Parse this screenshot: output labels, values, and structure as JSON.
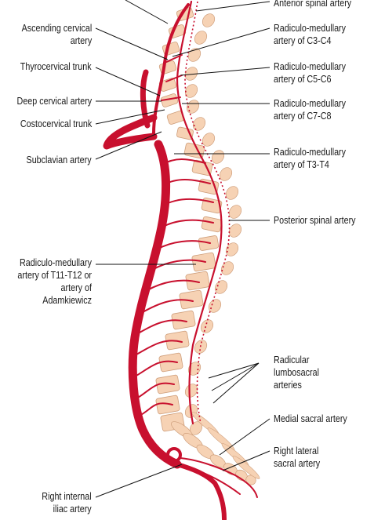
{
  "colors": {
    "artery": "#c8102e",
    "artery_dark": "#9e0b22",
    "vertebra": "#f6d2b4",
    "vertebra_edge": "#cf9f7c",
    "leader": "#111111"
  },
  "labels_left": [
    {
      "id": "ascending-cervical-artery",
      "lines": [
        "Ascending cervical",
        "artery"
      ]
    },
    {
      "id": "thyrocervical-trunk",
      "lines": [
        "Thyrocervical trunk"
      ]
    },
    {
      "id": "deep-cervical-artery",
      "lines": [
        "Deep cervical artery"
      ]
    },
    {
      "id": "costocervical-trunk",
      "lines": [
        "Costocervical trunk"
      ]
    },
    {
      "id": "subclavian-artery",
      "lines": [
        "Subclavian artery"
      ]
    },
    {
      "id": "radiculo-medullary-t11-t12",
      "lines": [
        "Radiculo-medullary",
        "artery of T11-T12 or",
        "artery of",
        "Adamkiewicz"
      ]
    },
    {
      "id": "right-internal-iliac-artery",
      "lines": [
        "Right internal",
        "iliac artery"
      ]
    }
  ],
  "labels_right": [
    {
      "id": "anterior-spinal-artery",
      "lines": [
        "Anterior spinal artery"
      ]
    },
    {
      "id": "radiculo-medullary-c3-c4",
      "lines": [
        "Radiculo-medullary",
        "artery of C3-C4"
      ]
    },
    {
      "id": "radiculo-medullary-c5-c6",
      "lines": [
        "Radiculo-medullary",
        "artery of C5-C6"
      ]
    },
    {
      "id": "radiculo-medullary-c7-c8",
      "lines": [
        "Radiculo-medullary",
        "artery of C7-C8"
      ]
    },
    {
      "id": "radiculo-medullary-t3-t4",
      "lines": [
        "Radiculo-medullary",
        "artery of T3-T4"
      ]
    },
    {
      "id": "posterior-spinal-artery",
      "lines": [
        "Posterior spinal artery"
      ]
    },
    {
      "id": "radicular-lumbosacral-arteries",
      "lines": [
        "Radicular",
        "lumbosacral",
        "arteries"
      ]
    },
    {
      "id": "medial-sacral-artery",
      "lines": [
        "Medial sacral artery"
      ]
    },
    {
      "id": "right-lateral-sacral-artery",
      "lines": [
        "Right lateral",
        "sacral artery"
      ]
    }
  ]
}
